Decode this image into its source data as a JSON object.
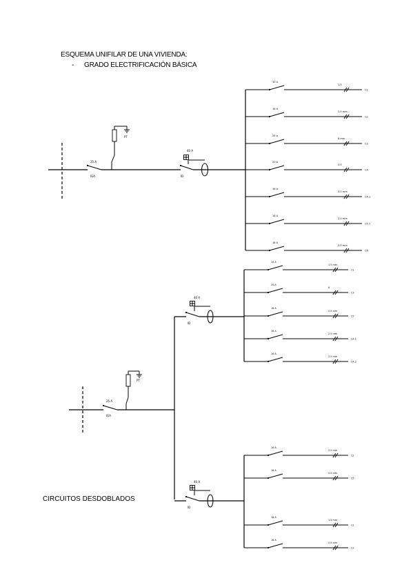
{
  "header": {
    "title_line1": "ESQUEMA UNIFILAR DE UNA VIVIENDA:",
    "bullet": "-",
    "title_line2": "GRADO ELECTRIFICACIÓN BÁSICA"
  },
  "caption": "CIRCUITOS DESDOBLADOS",
  "scheme_basic": {
    "iga_label": "25 A",
    "iga_tag": "IGA",
    "earth_label": "PT",
    "diff_label": "40 A",
    "diff_tag": "ID",
    "circuits": [
      {
        "breaker": "10 A",
        "section": "1.5",
        "id": "C1"
      },
      {
        "breaker": "16 A",
        "section": "2.5 mm",
        "id": "C2"
      },
      {
        "breaker": "25 A",
        "section": "6 mm",
        "id": "C3"
      },
      {
        "breaker": "20 A",
        "section": "2.5",
        "id": "C4"
      },
      {
        "breaker": "16 A",
        "section": "2.5 mm",
        "id": "C4.1"
      },
      {
        "breaker": "16 A",
        "section": "2.5 mm",
        "id": "C5.1"
      },
      {
        "breaker": "16 A",
        "section": "2.5 mm",
        "id": "C6"
      }
    ]
  },
  "scheme_split": {
    "iga_label": "25 A",
    "iga_tag": "IGA",
    "earth_label": "PT",
    "upper": {
      "diff_label": "40 A",
      "diff_tag": "ID",
      "circuits": [
        {
          "breaker": "10 A",
          "section": "1.5 mm",
          "id": "C1"
        },
        {
          "breaker": "25 A",
          "section": "6",
          "id": "C3"
        },
        {
          "breaker": "16 A",
          "section": "2.5 mm",
          "id": "C5"
        },
        {
          "breaker": "16 A",
          "section": "2.5 mm",
          "id": "C4.1"
        },
        {
          "breaker": "16 A",
          "section": "2.5 mm",
          "id": "C4.2"
        }
      ]
    },
    "lower": {
      "diff_label": "40 A",
      "diff_tag": "ID",
      "circuits": [
        {
          "breaker": "16 A",
          "section": "2.5 mm",
          "id": "C2"
        },
        {
          "breaker": "16 A",
          "section": "2.5 mm",
          "id": "C5"
        },
        {
          "breaker": "16 A",
          "section": "1.5 mm",
          "id": "C1"
        },
        {
          "breaker": "16 A",
          "section": "2.5 mm",
          "id": "C2"
        }
      ]
    }
  },
  "colors": {
    "line": "#000000",
    "background": "#ffffff"
  }
}
